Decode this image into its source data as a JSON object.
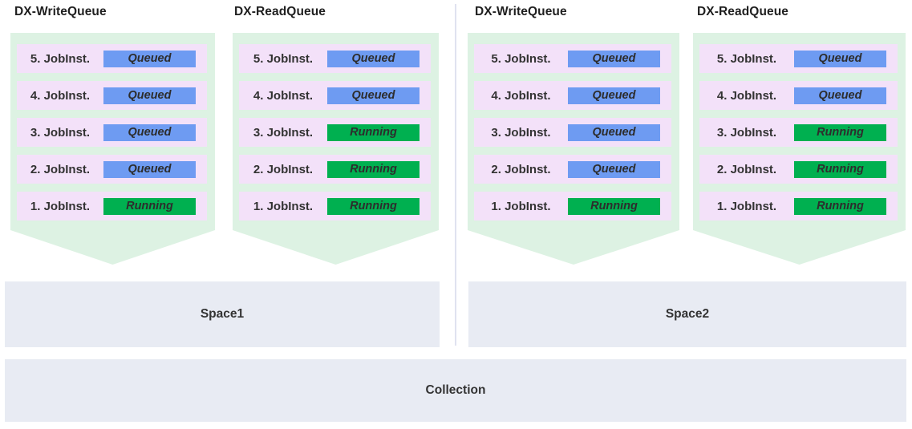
{
  "colors": {
    "queue-bg": "#ddf2e3",
    "row-bg": "#f3e1f9",
    "queued-bg": "#6e9bf2",
    "running-bg": "#00b050",
    "box-bg": "#e8ebf3",
    "divider": "#e0e2f0",
    "title-text": "#1f1f1f",
    "label-text": "#333333"
  },
  "spaces": [
    {
      "label": "Space1",
      "queues": [
        {
          "title": "DX-WriteQueue",
          "jobs": [
            {
              "label": "5. JobInst.",
              "status": "Queued"
            },
            {
              "label": "4. JobInst.",
              "status": "Queued"
            },
            {
              "label": "3. JobInst.",
              "status": "Queued"
            },
            {
              "label": "2. JobInst.",
              "status": "Queued"
            },
            {
              "label": "1. JobInst.",
              "status": "Running"
            }
          ]
        },
        {
          "title": "DX-ReadQueue",
          "jobs": [
            {
              "label": "5. JobInst.",
              "status": "Queued"
            },
            {
              "label": "4. JobInst.",
              "status": "Queued"
            },
            {
              "label": "3. JobInst.",
              "status": "Running"
            },
            {
              "label": "2. JobInst.",
              "status": "Running"
            },
            {
              "label": "1. JobInst.",
              "status": "Running"
            }
          ]
        }
      ]
    },
    {
      "label": "Space2",
      "queues": [
        {
          "title": "DX-WriteQueue",
          "jobs": [
            {
              "label": "5. JobInst.",
              "status": "Queued"
            },
            {
              "label": "4. JobInst.",
              "status": "Queued"
            },
            {
              "label": "3. JobInst.",
              "status": "Queued"
            },
            {
              "label": "2. JobInst.",
              "status": "Queued"
            },
            {
              "label": "1. JobInst.",
              "status": "Running"
            }
          ]
        },
        {
          "title": "DX-ReadQueue",
          "jobs": [
            {
              "label": "5. JobInst.",
              "status": "Queued"
            },
            {
              "label": "4. JobInst.",
              "status": "Queued"
            },
            {
              "label": "3. JobInst.",
              "status": "Running"
            },
            {
              "label": "2. JobInst.",
              "status": "Running"
            },
            {
              "label": "1. JobInst.",
              "status": "Running"
            }
          ]
        }
      ]
    }
  ],
  "collection": {
    "label": "Collection"
  }
}
